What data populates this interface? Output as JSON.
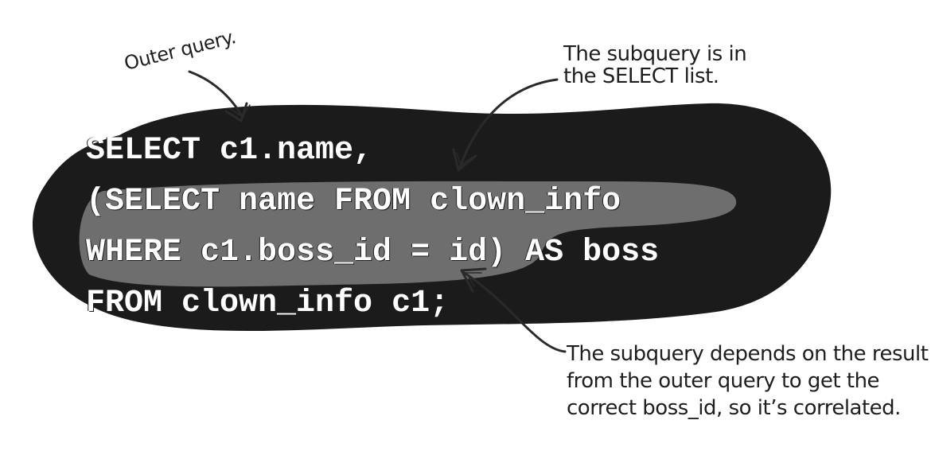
{
  "code": {
    "lines": [
      "SELECT c1.name,",
      "(SELECT name FROM clown_info",
      "WHERE c1.boss_id = id) AS boss",
      "FROM clown_info c1;"
    ]
  },
  "annotations": {
    "outer_query": "Outer query.",
    "subquery_select": {
      "line1": "The subquery is in",
      "line2": "the SELECT list."
    },
    "correlated": {
      "line1": "The subquery depends on the result",
      "line2": "from the outer query to get the",
      "line3": "correct boss_id, so it’s correlated."
    }
  },
  "colors": {
    "outer_blob": "#1b1b1b",
    "inner_blob": "#6e6e6e",
    "code_text": "#ffffff",
    "annotation_text": "#1e1e1e"
  }
}
